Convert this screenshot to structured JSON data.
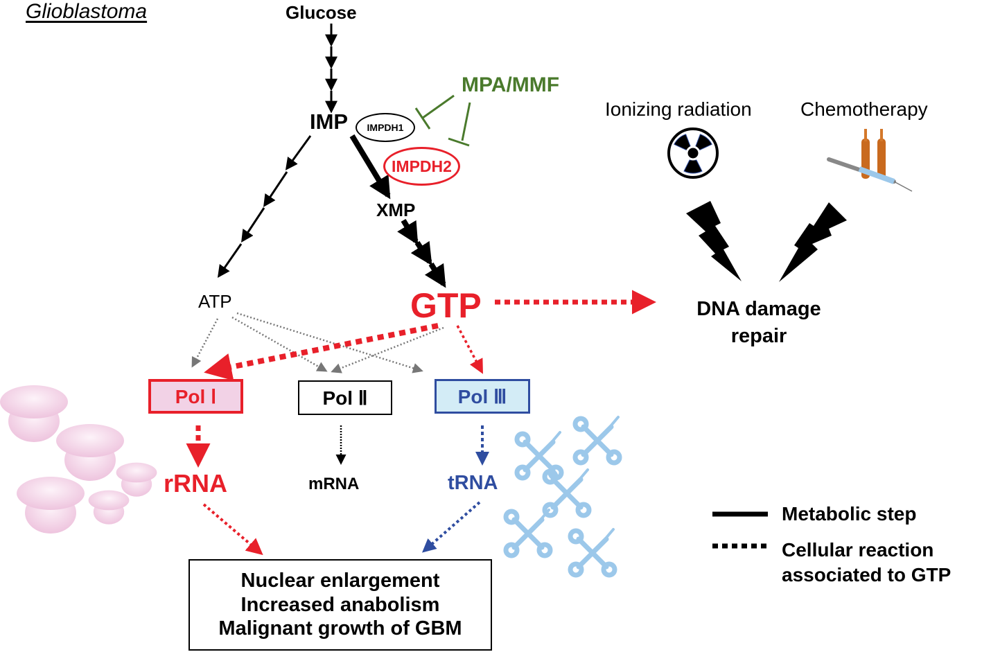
{
  "title": "Glioblastoma",
  "colors": {
    "gtp_red": "#e8202a",
    "inhibitor_green": "#4a7a2c",
    "pol3_blue": "#2f4da0",
    "pol1_fill": "#f2d2e6",
    "pol3_fill": "#d3ecf6",
    "ribosome_pink": "#efc6e0",
    "trna_lightblue": "#9cc8ea",
    "atp_gray": "#777777"
  },
  "metabolites": {
    "glucose": "Glucose",
    "imp": "IMP",
    "xmp": "XMP",
    "atp": "ATP",
    "gtp": "GTP"
  },
  "enzymes": {
    "impdh1": "IMPDH1",
    "impdh2": "IMPDH2"
  },
  "inhibitor": "MPA/MMF",
  "treatments": {
    "ionizing": "Ionizing radiation",
    "chemo": "Chemotherapy"
  },
  "dna_repair": [
    "DNA damage",
    "repair"
  ],
  "polymerases": {
    "pol1": "Pol Ⅰ",
    "pol2": "Pol Ⅱ",
    "pol3": "Pol Ⅲ"
  },
  "rnas": {
    "rrna": "rRNA",
    "mrna": "mRNA",
    "trna": "tRNA"
  },
  "outcome": [
    "Nuclear enlargement",
    "Increased anabolism",
    "Malignant growth of GBM"
  ],
  "legend": {
    "metabolic": "Metabolic step",
    "cellular_line1": "Cellular reaction",
    "cellular_line2": "associated to GTP"
  },
  "icons": {
    "radiation": "radiation-hazard-icon",
    "chemo": "syringe-ampoule-icon",
    "lightning": "lightning-bolt-icon",
    "ribosome": "ribosome-icon",
    "trna": "trna-cloverleaf-icon"
  }
}
